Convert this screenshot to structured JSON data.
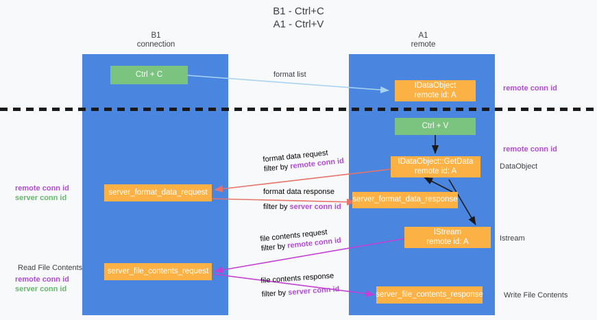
{
  "title": {
    "line1": "B1 - Ctrl+C",
    "line2": "A1 - Ctrl+V"
  },
  "lanes": [
    {
      "id": "b1",
      "name": "B1",
      "role": "connection",
      "color": "#4a86df"
    },
    {
      "id": "a1",
      "name": "A1",
      "role": "remote",
      "color": "#4a86df"
    }
  ],
  "colors": {
    "lane": "#4a86df",
    "green_box": "#7bc47f",
    "orange_box": "#fbb143",
    "purple_text": "#b24bd4",
    "green_text": "#64b96a",
    "arrow_blue": "#a8d3f0",
    "arrow_red": "#e8736a",
    "arrow_magenta": "#c43fd4",
    "arrow_black": "#1a1a1a",
    "divider": "#1a1a1a",
    "background": "#f8f9fa"
  },
  "boxes": {
    "ctrl_c": {
      "line1": "Ctrl + C"
    },
    "idataobject": {
      "line1": "IDataObject",
      "line2": "remote id: A"
    },
    "ctrl_v": {
      "line1": "Ctrl + V"
    },
    "getdata": {
      "line1": "IDataObject::GetData",
      "line2": "remote id: A"
    },
    "server_format_data_request": {
      "line1": "server_format_data_request"
    },
    "server_format_data_response": {
      "line1": "server_format_data_response"
    },
    "istream": {
      "line1": "IStream",
      "line2": "remote id: A"
    },
    "server_file_contents_request": {
      "line1": "server_file_contents_request"
    },
    "server_file_contents_response": {
      "line1": "server_file_contents_response"
    }
  },
  "annotations": {
    "format_list": "format list",
    "remote_conn_id_1": "remote conn id",
    "remote_conn_id_2": "remote conn id",
    "data_object": "DataObject",
    "istream_label": "Istream",
    "write_file_contents": "Write File Contents",
    "read_file_contents": "Read File Contents",
    "left_ids_top": {
      "remote": "remote conn id",
      "server": "server conn id"
    },
    "left_ids_bottom": {
      "remote": "remote conn id",
      "server": "server conn id"
    },
    "format_data_request": {
      "line1": "format data request",
      "filter_prefix": "filter by ",
      "filter_key": "remote conn id"
    },
    "format_data_response": {
      "line1": "format data response",
      "filter_prefix": "filter by ",
      "filter_key": "server conn id"
    },
    "file_contents_request": {
      "line1": "file contents request",
      "filter_prefix": "filter by ",
      "filter_key": "remote conn id"
    },
    "file_contents_response": {
      "line1": "file contents response",
      "filter_prefix": "filter by ",
      "filter_key": "server conn id"
    }
  }
}
